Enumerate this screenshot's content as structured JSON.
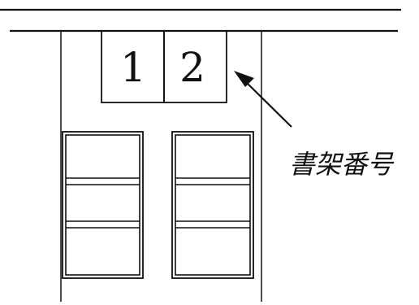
{
  "shelf_numbers": [
    "1",
    "2"
  ],
  "callout": {
    "label": "書架番号"
  }
}
